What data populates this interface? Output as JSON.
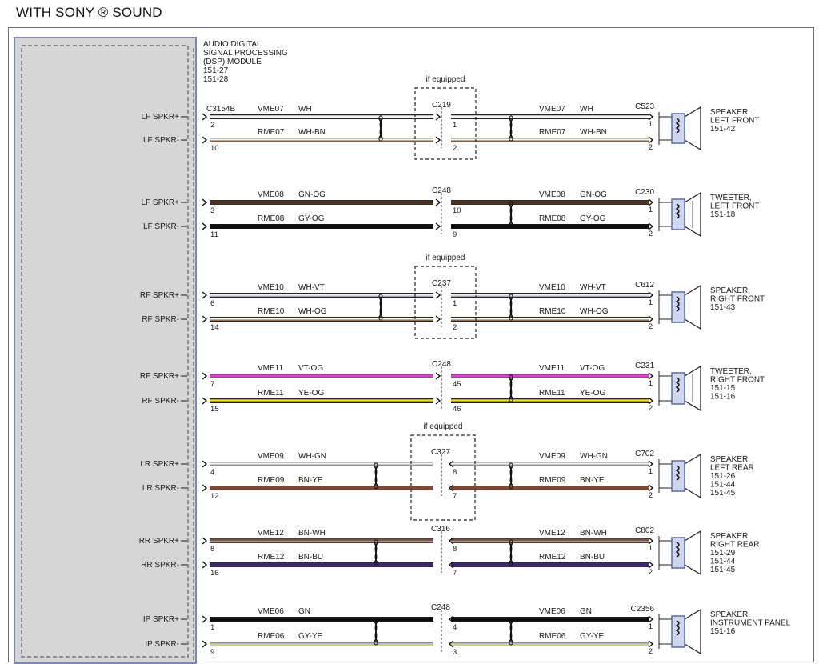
{
  "title": "WITH SONY ® SOUND",
  "module": {
    "lines": [
      "AUDIO DIGITAL",
      "SIGNAL PROCESSING",
      "(DSP) MODULE",
      "151-27",
      "151-28"
    ],
    "connector": "C3154B"
  },
  "if_equipped": "if equipped",
  "circuits": [
    {
      "plus": {
        "pin_label": "LF SPKR+",
        "module_pin": "2",
        "circuit": "VME07",
        "color_code": "WH",
        "inline_pin": "1",
        "device_pin": "1",
        "wire": "#f4f4f4",
        "stripe": null
      },
      "minus": {
        "pin_label": "LF SPKR-",
        "module_pin": "10",
        "circuit": "RME07",
        "color_code": "WH-BN",
        "inline_pin": "2",
        "device_pin": "2",
        "wire": "#f4f4f4",
        "stripe": "#8a5a3a"
      },
      "inline_connector": "C219",
      "if_equipped": true,
      "device_connector": "C523",
      "device_type": "speaker",
      "device_lines": [
        "SPEAKER,",
        "LEFT FRONT",
        "151-42"
      ],
      "inline_dir": "right"
    },
    {
      "plus": {
        "pin_label": "LF SPKR+",
        "module_pin": "3",
        "circuit": "VME08",
        "color_code": "GN-OG",
        "inline_pin": "10",
        "device_pin": "1",
        "wire": "#4a3226",
        "stripe": null
      },
      "minus": {
        "pin_label": "LF SPKR-",
        "module_pin": "11",
        "circuit": "RME08",
        "color_code": "GY-OG",
        "inline_pin": "9",
        "device_pin": "2",
        "wire": "#0c0c0c",
        "stripe": null
      },
      "inline_connector": "C248",
      "if_equipped": false,
      "device_connector": "C230",
      "device_type": "tweeter",
      "device_lines": [
        "TWEETER,",
        "LEFT FRONT",
        "151-18"
      ],
      "inline_dir": "right"
    },
    {
      "plus": {
        "pin_label": "RF SPKR+",
        "module_pin": "6",
        "circuit": "VME10",
        "color_code": "WH-VT",
        "inline_pin": "1",
        "device_pin": "1",
        "wire": "#f4f4f4",
        "stripe": "#b8a8c8"
      },
      "minus": {
        "pin_label": "RF SPKR-",
        "module_pin": "14",
        "circuit": "RME10",
        "color_code": "WH-OG",
        "inline_pin": "2",
        "device_pin": "2",
        "wire": "#f4f4f4",
        "stripe": "#9a6a4a"
      },
      "inline_connector": "C237",
      "if_equipped": true,
      "device_connector": "C612",
      "device_type": "speaker",
      "device_lines": [
        "SPEAKER,",
        "RIGHT FRONT",
        "151-43"
      ],
      "inline_dir": "right"
    },
    {
      "plus": {
        "pin_label": "RF SPKR+",
        "module_pin": "7",
        "circuit": "VME11",
        "color_code": "VT-OG",
        "inline_pin": "45",
        "device_pin": "1",
        "wire": "#e040d0",
        "stripe": null
      },
      "minus": {
        "pin_label": "RF SPKR-",
        "module_pin": "15",
        "circuit": "RME11",
        "color_code": "YE-OG",
        "inline_pin": "46",
        "device_pin": "2",
        "wire": "#f0e020",
        "stripe": "#6a5a3a"
      },
      "inline_connector": "C248",
      "if_equipped": false,
      "device_connector": "C231",
      "device_type": "tweeter",
      "device_lines": [
        "TWEETER,",
        "RIGHT FRONT",
        "151-15",
        "151-16"
      ],
      "inline_dir": "right"
    },
    {
      "plus": {
        "pin_label": "LR SPKR+",
        "module_pin": "4",
        "circuit": "VME09",
        "color_code": "WH-GN",
        "inline_pin": "8",
        "device_pin": "1",
        "wire": "#f4f4f4",
        "stripe": "#9a9a9a"
      },
      "minus": {
        "pin_label": "LR SPKR-",
        "module_pin": "12",
        "circuit": "RME09",
        "color_code": "BN-YE",
        "inline_pin": "7",
        "device_pin": "2",
        "wire": "#7a4a36",
        "stripe": null
      },
      "inline_connector": "C327",
      "if_equipped": true,
      "device_connector": "C702",
      "device_type": "speaker",
      "device_lines": [
        "SPEAKER,",
        "LEFT REAR",
        "151-26",
        "151-44",
        "151-45"
      ],
      "inline_dir": "left"
    },
    {
      "plus": {
        "pin_label": "RR SPKR+",
        "module_pin": "8",
        "circuit": "VME12",
        "color_code": "BN-WH",
        "inline_pin": "8",
        "device_pin": "1",
        "wire": "#7a5444",
        "stripe": "#d8d0c8"
      },
      "minus": {
        "pin_label": "RR SPKR-",
        "module_pin": "16",
        "circuit": "RME12",
        "color_code": "BN-BU",
        "inline_pin": "7",
        "device_pin": "2",
        "wire": "#3a2a6a",
        "stripe": null
      },
      "inline_connector": "C316",
      "if_equipped": false,
      "device_connector": "C802",
      "device_type": "speaker",
      "device_lines": [
        "SPEAKER,",
        "RIGHT REAR",
        "151-29",
        "151-44",
        "151-45"
      ],
      "inline_dir": "left"
    },
    {
      "plus": {
        "pin_label": "IP SPKR+",
        "module_pin": "1",
        "circuit": "VME06",
        "color_code": "GN",
        "inline_pin": "4",
        "device_pin": "1",
        "wire": "#0c0c0c",
        "stripe": null
      },
      "minus": {
        "pin_label": "IP SPKR-",
        "module_pin": "9",
        "circuit": "RME06",
        "color_code": "GY-YE",
        "inline_pin": "3",
        "device_pin": "2",
        "wire": "#b8b8b8",
        "stripe": "#e6dc80"
      },
      "inline_connector": "C248",
      "if_equipped": false,
      "device_connector": "C2356",
      "device_type": "speaker",
      "device_lines": [
        "SPEAKER,",
        "INSTRUMENT PANEL",
        "151-16"
      ],
      "inline_dir": "left"
    }
  ]
}
